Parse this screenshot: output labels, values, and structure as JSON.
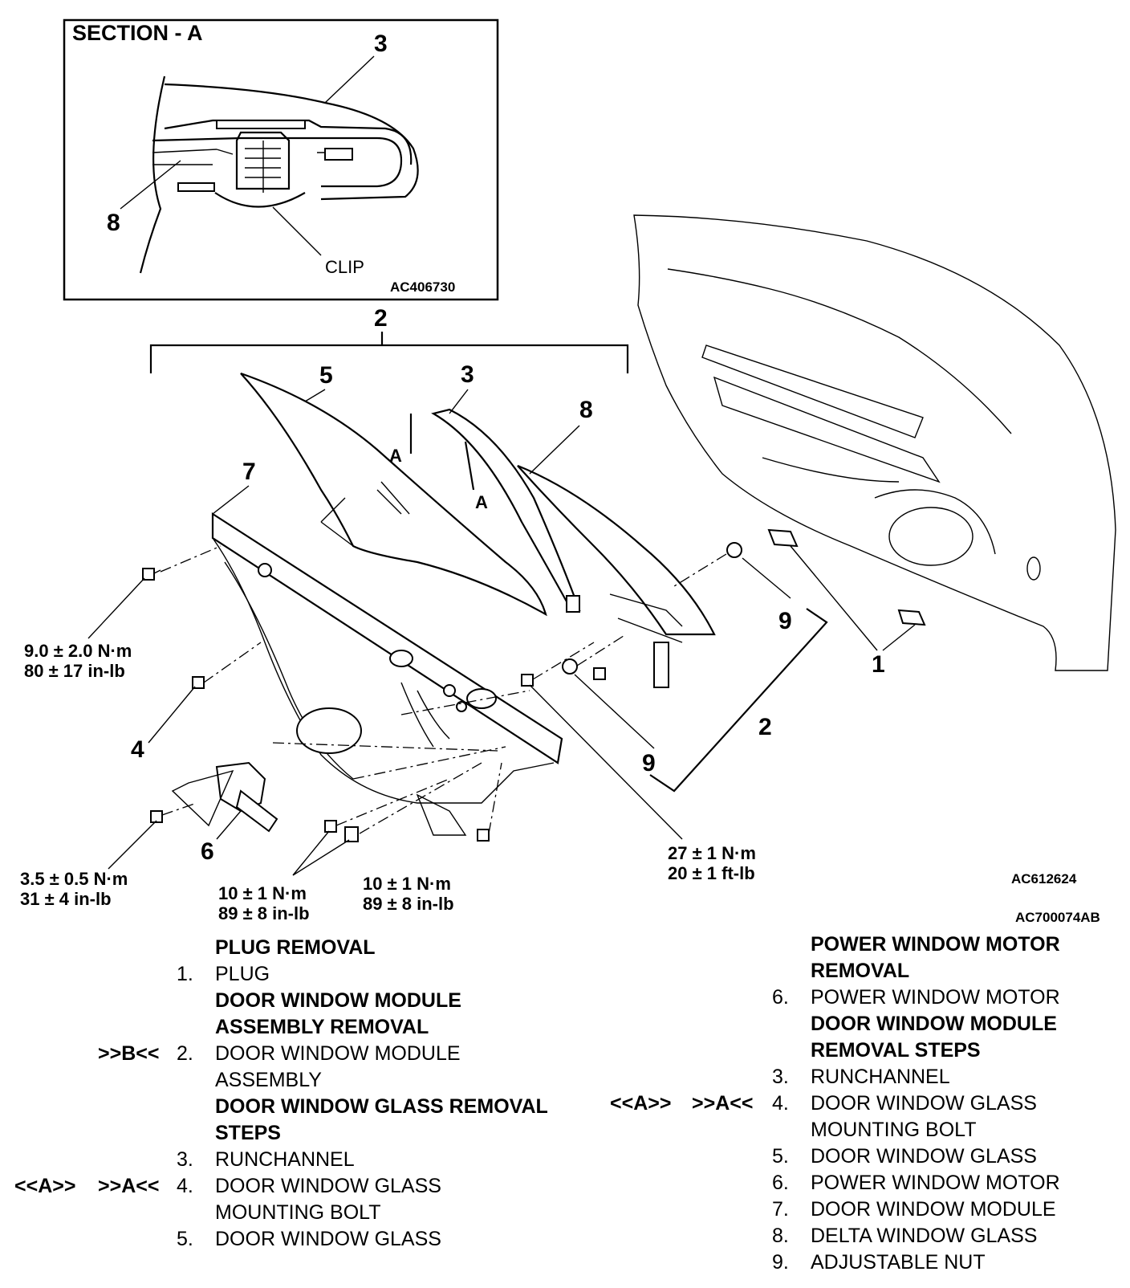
{
  "section_a": {
    "title": "SECTION - A",
    "callout_3": "3",
    "callout_8": "8",
    "clip_label": "CLIP",
    "code": "AC406730"
  },
  "callouts": {
    "c2_top": "2",
    "c5": "5",
    "c3": "3",
    "c8": "8",
    "c7": "7",
    "a1": "A",
    "a2": "A",
    "c9a": "9",
    "c9b": "9",
    "c1": "1",
    "c2_right": "2",
    "c4": "4",
    "c6": "6"
  },
  "torques": {
    "t1_line1": "9.0 ± 2.0 N·m",
    "t1_line2": "80 ± 17 in-lb",
    "t2_line1": "3.5 ± 0.5 N·m",
    "t2_line2": "31 ± 4 in-lb",
    "t3_line1": "10 ± 1 N·m",
    "t3_line2": "89 ± 8 in-lb",
    "t4_line1": "10 ± 1 N·m",
    "t4_line2": "89 ± 8 in-lb",
    "t5_line1": "27 ± 1 N·m",
    "t5_line2": "20 ± 1 ft-lb"
  },
  "codes": {
    "inner": "AC612624",
    "outer": "AC700074AB"
  },
  "legend_left": {
    "h1": "PLUG REMOVAL",
    "i1_num": "1.",
    "i1_text": "PLUG",
    "h2_l1": "DOOR WINDOW MODULE",
    "h2_l2": "ASSEMBLY REMOVAL",
    "i2_tag": ">>B<<",
    "i2_num": "2.",
    "i2_l1": "DOOR WINDOW MODULE",
    "i2_l2": "ASSEMBLY",
    "h3_l1": "DOOR WINDOW GLASS REMOVAL",
    "h3_l2": "STEPS",
    "i3_num": "3.",
    "i3_text": "RUNCHANNEL",
    "i4_tag1": "<<A>>",
    "i4_tag2": ">>A<<",
    "i4_num": "4.",
    "i4_l1": "DOOR WINDOW GLASS",
    "i4_l2": "MOUNTING BOLT",
    "i5_num": "5.",
    "i5_text": "DOOR WINDOW GLASS"
  },
  "legend_right": {
    "h1_l1": "POWER WINDOW MOTOR",
    "h1_l2": "REMOVAL",
    "i6_num": "6.",
    "i6_text": "POWER WINDOW MOTOR",
    "h2_l1": "DOOR WINDOW MODULE",
    "h2_l2": "REMOVAL STEPS",
    "i3_num": "3.",
    "i3_text": "RUNCHANNEL",
    "i4_tag1": "<<A>>",
    "i4_tag2": ">>A<<",
    "i4_num": "4.",
    "i4_l1": "DOOR WINDOW GLASS",
    "i4_l2": "MOUNTING BOLT",
    "i5_num": "5.",
    "i5_text": "DOOR WINDOW GLASS",
    "i6b_num": "6.",
    "i6b_text": "POWER WINDOW MOTOR",
    "i7_num": "7.",
    "i7_text": "DOOR WINDOW MODULE",
    "i8_num": "8.",
    "i8_text": "DELTA WINDOW GLASS",
    "i9_num": "9.",
    "i9_text": "ADJUSTABLE NUT"
  }
}
